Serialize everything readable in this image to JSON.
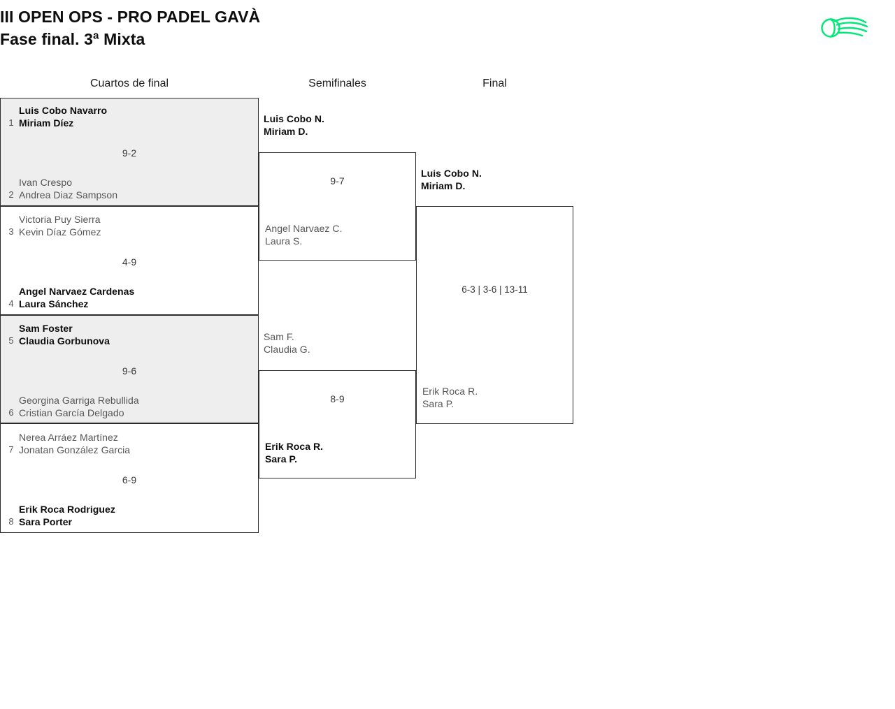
{
  "header": {
    "title_line1": "III OPEN OPS - PRO PADEL GAVÀ",
    "title_line2": "Fase final. 3ª Mixta",
    "logo_name": "padel-ball-logo",
    "logo_color": "#00e878"
  },
  "rounds": [
    {
      "label": "Cuartos de final"
    },
    {
      "label": "Semifinales"
    },
    {
      "label": "Final"
    }
  ],
  "quarterfinals": [
    {
      "score": "9-2",
      "shaded": true,
      "top": {
        "seed": "1",
        "p1": "Luis Cobo Navarro",
        "p2": "Miriam Díez",
        "winner": true
      },
      "bottom": {
        "seed": "2",
        "p1": "Ivan Crespo",
        "p2": "Andrea Diaz Sampson",
        "winner": false
      }
    },
    {
      "score": "4-9",
      "shaded": false,
      "top": {
        "seed": "3",
        "p1": "Victoria Puy Sierra",
        "p2": "Kevin Díaz Gómez",
        "winner": false
      },
      "bottom": {
        "seed": "4",
        "p1": "Angel Narvaez Cardenas",
        "p2": "Laura Sánchez",
        "winner": true
      }
    },
    {
      "score": "9-6",
      "shaded": true,
      "top": {
        "seed": "5",
        "p1": "Sam Foster",
        "p2": "Claudia Gorbunova",
        "winner": true
      },
      "bottom": {
        "seed": "6",
        "p1": "Georgina Garriga Rebullida",
        "p2": "Cristian García Delgado",
        "winner": false
      }
    },
    {
      "score": "6-9",
      "shaded": false,
      "top": {
        "seed": "7",
        "p1": "Nerea Arráez Martínez",
        "p2": "Jonatan González Garcia",
        "winner": false
      },
      "bottom": {
        "seed": "8",
        "p1": "Erik Roca Rodriguez",
        "p2": "Sara Porter",
        "winner": true
      }
    }
  ],
  "semifinals": [
    {
      "score": "9-7",
      "top": {
        "p1": "Luis Cobo N.",
        "p2": "Miriam D.",
        "winner": true
      },
      "bottom": {
        "p1": "Angel Narvaez C.",
        "p2": "Laura S.",
        "winner": false
      }
    },
    {
      "score": "8-9",
      "top": {
        "p1": "Sam F.",
        "p2": "Claudia G.",
        "winner": false
      },
      "bottom": {
        "p1": "Erik Roca R.",
        "p2": "Sara P.",
        "winner": true
      }
    }
  ],
  "final": {
    "score": "6-3 | 3-6 | 13-11",
    "top": {
      "p1": "Luis Cobo N.",
      "p2": "Miriam D.",
      "winner": true
    },
    "bottom": {
      "p1": "Erik Roca R.",
      "p2": "Sara P.",
      "winner": false
    }
  }
}
